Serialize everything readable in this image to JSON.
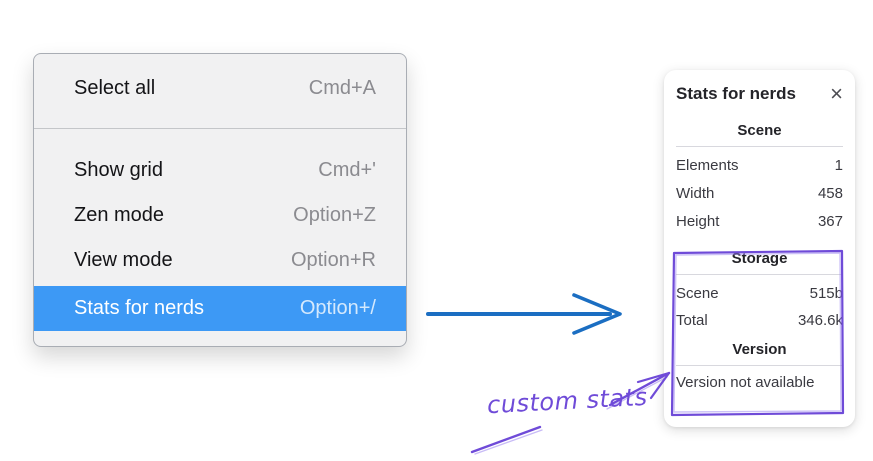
{
  "colors": {
    "menu_highlight": "#3d99f5",
    "arrow_blue": "#1b6ec2",
    "annotation_purple": "#6f4bd8",
    "annotation_purple_light": "#9a83ef"
  },
  "menu": {
    "groups": [
      {
        "items": [
          {
            "label": "Select all",
            "shortcut": "Cmd+A"
          }
        ]
      },
      {
        "items": [
          {
            "label": "Show grid",
            "shortcut": "Cmd+'"
          },
          {
            "label": "Zen mode",
            "shortcut": "Option+Z"
          },
          {
            "label": "View mode",
            "shortcut": "Option+R"
          },
          {
            "label": "Stats for nerds",
            "shortcut": "Option+/",
            "selected": true
          }
        ]
      }
    ]
  },
  "panel": {
    "title": "Stats for nerds",
    "close_icon": "×",
    "sections": [
      {
        "heading": "Scene",
        "rows": [
          {
            "label": "Elements",
            "value": "1"
          },
          {
            "label": "Width",
            "value": "458"
          },
          {
            "label": "Height",
            "value": "367"
          }
        ]
      },
      {
        "heading": "Storage",
        "rows": [
          {
            "label": "Scene",
            "value": "515b"
          },
          {
            "label": "Total",
            "value": "346.6k"
          }
        ]
      },
      {
        "heading": "Version",
        "note": "Version not available"
      }
    ]
  },
  "annotation": {
    "label": "custom stats"
  }
}
